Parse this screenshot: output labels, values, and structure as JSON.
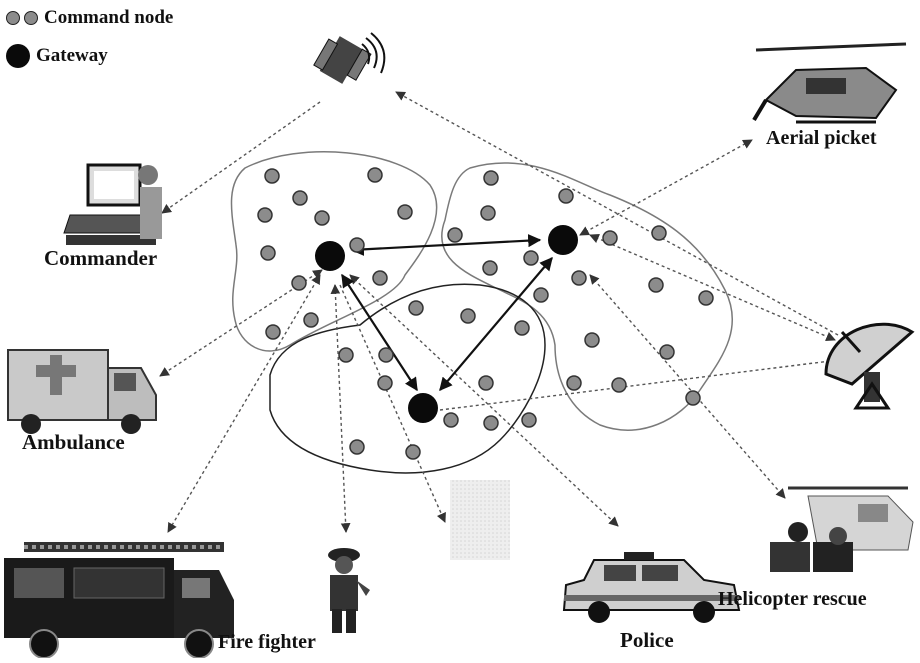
{
  "legend": {
    "command_node": "Command node",
    "gateway": "Gateway"
  },
  "labels": {
    "commander": "Commander",
    "ambulance": "Ambulance",
    "fire_fighter": "Fire fighter",
    "police": "Police",
    "helicopter_rescue": "Helicopter rescue",
    "aerial_picket": "Aerial picket"
  },
  "icons": {
    "satellite": "satellite-icon",
    "laptop": "commander-laptop-icon",
    "ambulance": "ambulance-icon",
    "fire_truck": "fire-truck-icon",
    "fire_fighter": "fire-fighter-icon",
    "police_car": "police-car-icon",
    "rescue_helicopter": "rescue-helicopter-icon",
    "aerial_helicopter": "helicopter-icon",
    "dish": "satellite-dish-icon"
  },
  "colors": {
    "node_fill": "#8c8c8c",
    "node_stroke": "#333333",
    "gateway_fill": "#0a0a0a",
    "cluster_stroke": "#6f6f6f",
    "link_color": "#222222",
    "dotted_color": "#555555"
  }
}
